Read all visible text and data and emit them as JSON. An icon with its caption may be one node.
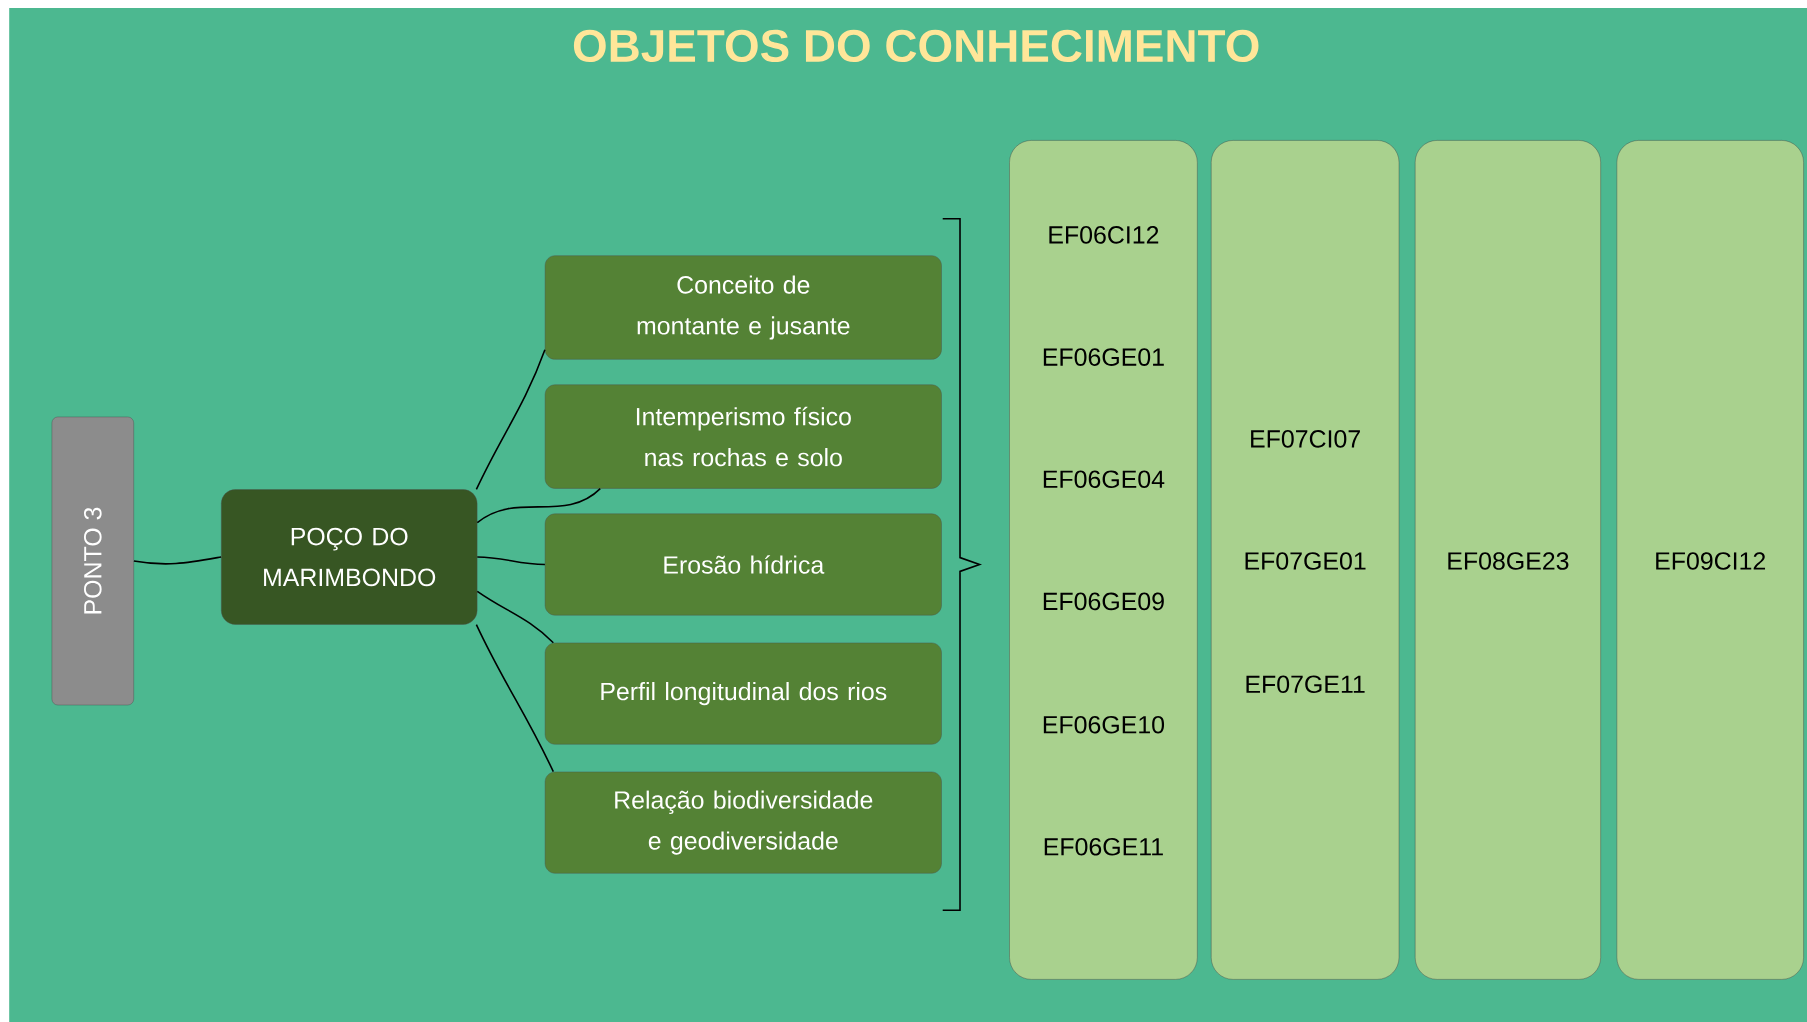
{
  "diagram": {
    "title": "OBJETOS DO CONHECIMENTO",
    "nodes": [
      {
        "text": [
          "PONTO 3"
        ]
      },
      {
        "text": [
          "POÇO DO MARIMBONDO"
        ]
      },
      {
        "text": [
          "Conceito de montante e jusante"
        ]
      },
      {
        "text": [
          "Intemperismo físico nas rochas e solo"
        ]
      },
      {
        "text": [
          "Erosão hídrica"
        ]
      },
      {
        "text": [
          "Perfil longitudinal dos rios"
        ]
      },
      {
        "text": [
          "Relação biodiversidade e geodiversidade"
        ]
      },
      {
        "text": [
          "EF06CI12",
          "EF06GE01",
          "EF06GE04",
          "EF06GE09",
          "EF06GE10",
          "EF06GE11"
        ]
      },
      {
        "text": [
          "EF07CI07",
          "EF07GE01",
          "EF07GE11"
        ]
      },
      {
        "text": [
          "EF08GE23"
        ]
      },
      {
        "text": [
          "EF09CI12"
        ]
      }
    ],
    "edges": [
      {
        "from": 0,
        "to": 1,
        "arrow": "none"
      },
      {
        "from": 1,
        "to": 2,
        "arrow": "none"
      },
      {
        "from": 1,
        "to": 3,
        "arrow": "none"
      },
      {
        "from": 1,
        "to": 4,
        "arrow": "none"
      },
      {
        "from": 1,
        "to": 5,
        "arrow": "none"
      },
      {
        "from": 1,
        "to": 6,
        "arrow": "none"
      }
    ]
  }
}
